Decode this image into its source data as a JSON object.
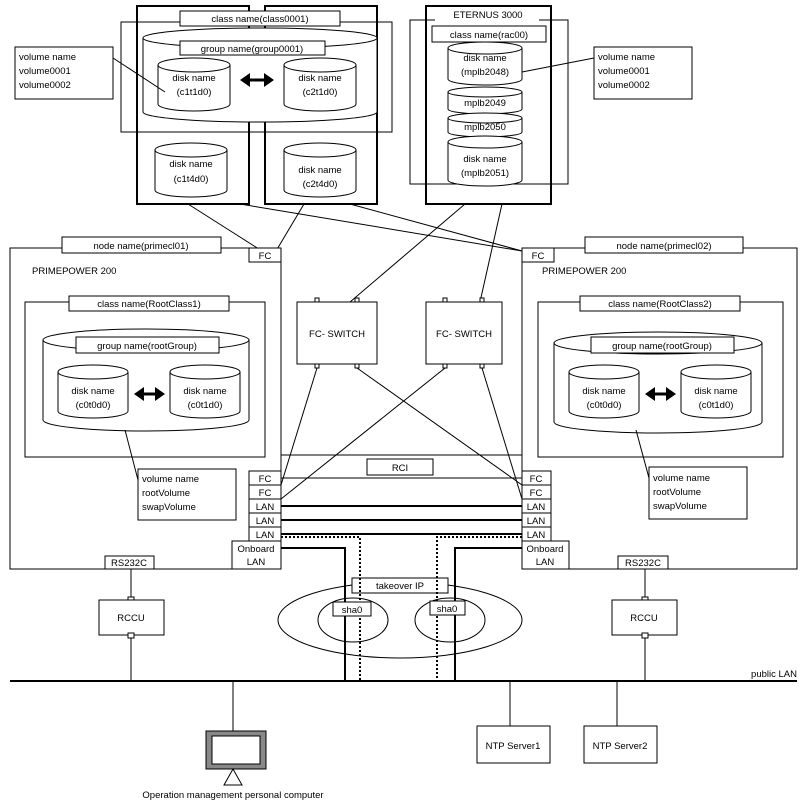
{
  "storage_left": {
    "class_label": "class name(class0001)",
    "group_label": "group name(group0001)",
    "disks": [
      "disk name",
      "(c1t1d0)",
      "disk name",
      "(c2t1d0)"
    ],
    "disk_c1t4_name": "disk name",
    "disk_c1t4_id": "(c1t4d0)",
    "disk_c2t4_name": "disk name",
    "disk_c2t4_id": "(c2t4d0)",
    "disk_c1t1_name": "disk name",
    "disk_c1t1_id": "(c1t1d0)",
    "disk_c2t1_name": "disk name",
    "disk_c2t1_id": "(c2t1d0)",
    "volume_note": [
      "volume name",
      "volume0001",
      "volume0002"
    ]
  },
  "storage_right": {
    "title": "ETERNUS 3000",
    "class_label": "class name(rac00)",
    "disk1_name": "disk name",
    "disk1_id": "(mplb2048)",
    "disk2": "mplb2049",
    "disk3": "mplb2050",
    "disk4_name": "disk name",
    "disk4_id": "(mplb2051)",
    "volume_note": [
      "volume name",
      "volume0001",
      "volume0002"
    ]
  },
  "node_left": {
    "node_label": "node name(primecl01)",
    "model": "PRIMEPOWER 200",
    "fc_top": "FC",
    "class_label": "class name(RootClass1)",
    "group_label": "group name(rootGroup)",
    "disk_a_name": "disk name",
    "disk_a_id": "(c0t0d0)",
    "disk_b_name": "disk name",
    "disk_b_id": "(c0t1d0)",
    "volume_note": [
      "volume name",
      "rootVolume",
      "swapVolume"
    ],
    "ports": [
      "FC",
      "FC",
      "LAN",
      "LAN",
      "LAN"
    ],
    "onboard": "Onboard",
    "onboard_lan": "LAN",
    "rs232c": "RS232C",
    "rccu": "RCCU"
  },
  "node_right": {
    "node_label": "node name(primecl02)",
    "model": "PRIMEPOWER 200",
    "fc_top": "FC",
    "class_label": "class name(RootClass2)",
    "group_label": "group name(rootGroup)",
    "disk_a_name": "disk name",
    "disk_a_id": "(c0t0d0)",
    "disk_b_name": "disk name",
    "disk_b_id": "(c0t1d0)",
    "volume_note": [
      "volume name",
      "rootVolume",
      "swapVolume"
    ],
    "ports": [
      "FC",
      "FC",
      "LAN",
      "LAN",
      "LAN"
    ],
    "onboard": "Onboard",
    "onboard_lan": "LAN",
    "rs232c": "RS232C",
    "rccu": "RCCU"
  },
  "switches": [
    "FC- SWITCH",
    "FC- SWITCH"
  ],
  "rci": "RCI",
  "takeover": {
    "label": "takeover IP",
    "left": "sha0",
    "right": "sha0"
  },
  "public_lan": "public LAN",
  "ntp": [
    "NTP Server1",
    "NTP Server2"
  ],
  "computer_label": "Operation management personal computer"
}
